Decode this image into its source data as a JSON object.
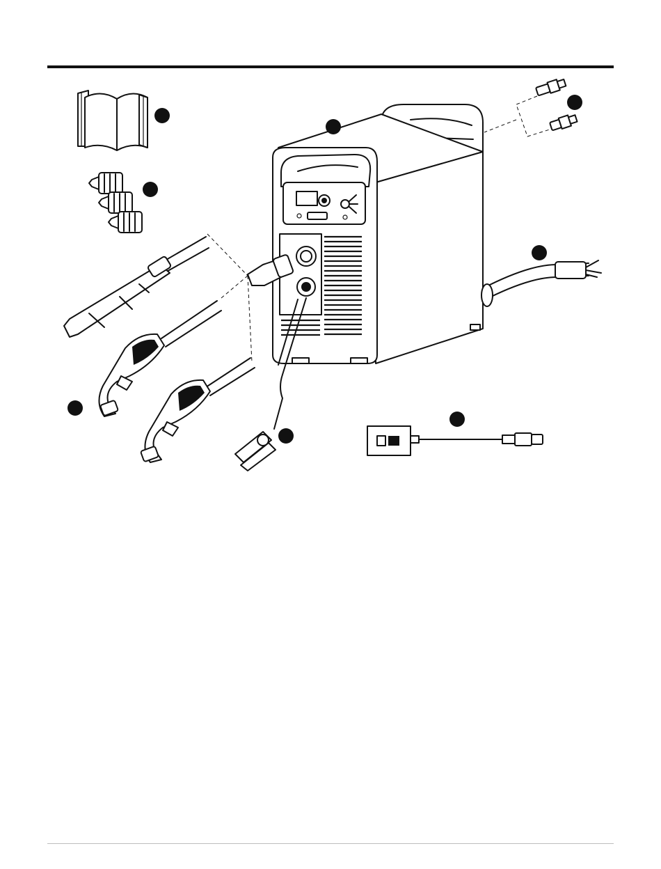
{
  "figure": {
    "callouts": [
      "callout-manual",
      "callout-power-supply",
      "callout-consumables",
      "callout-air-fittings",
      "callout-power-cord",
      "callout-torches",
      "callout-work-clamp",
      "callout-remote-pendant"
    ]
  }
}
